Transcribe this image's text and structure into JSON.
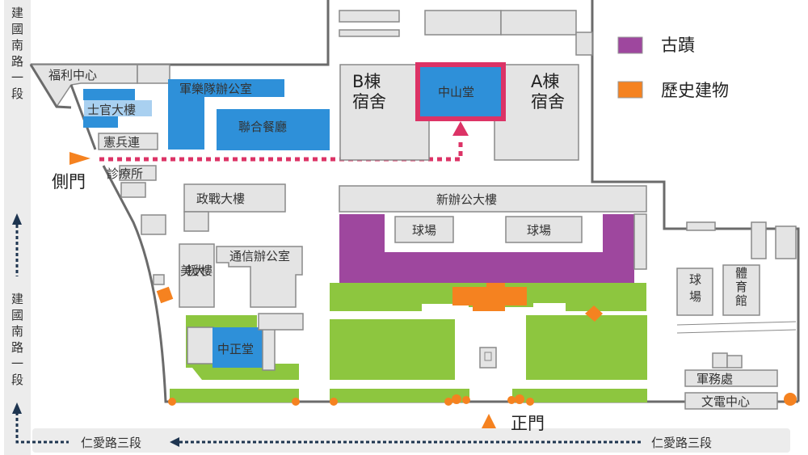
{
  "legend": {
    "items": [
      {
        "label": "古蹟",
        "color": "#9e479e"
      },
      {
        "label": "歷史建物",
        "color": "#f58220"
      }
    ]
  },
  "roads": {
    "west_top": "建國南路一段",
    "west_bottom": "建國南路一段",
    "south_left": "仁愛路三段",
    "south_right": "仁愛路三段"
  },
  "gates": {
    "side": "側門",
    "main": "正門"
  },
  "buildings": {
    "fuli": "福利中心",
    "shiguan": "士官大樓",
    "xianbing": "憲兵連",
    "junyue": "軍樂隊辦公室",
    "lianhe": "聯合餐廳",
    "zhenliao": "診療所",
    "zhengzhan": "政戰大樓",
    "b_dorm_1": "B棟",
    "b_dorm_2": "宿舍",
    "a_dorm_1": "A棟",
    "a_dorm_2": "宿舍",
    "zhongshan": "中山堂",
    "xinban": "新辦公大樓",
    "court_1": "球場",
    "court_2": "球場",
    "meiyuan": "美援大樓",
    "tongxin": "通信辦公室",
    "zhongzheng": "中正堂",
    "court_3": "球場",
    "gym": "體育館",
    "junwu": "軍務處",
    "wendian": "文電中心"
  },
  "colors": {
    "highlight": "#dc3366",
    "heritage": "#9e479e",
    "historic": "#f58220",
    "building": "#2e90d9",
    "lawn": "#8dc63f"
  }
}
